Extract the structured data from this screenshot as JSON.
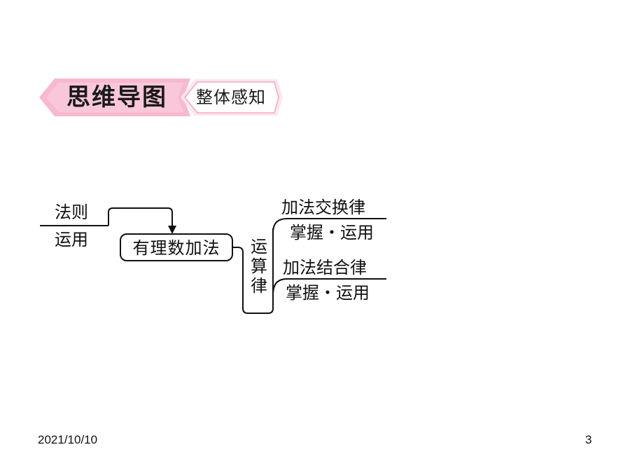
{
  "header": {
    "title": "思维导图",
    "subtitle": "整体感知",
    "colors": {
      "banner_fill": "#f7b9cf",
      "banner_inner": "#fbd3e1",
      "subtitle_fill": "#ffffff",
      "subtitle_border": "#f2a7c2"
    }
  },
  "mindmap": {
    "input_top": "法则",
    "input_bottom": "运用",
    "center": "有理数加法",
    "branch": "运算律",
    "laws": [
      {
        "name": "加法交换律",
        "detail": "掌握・运用"
      },
      {
        "name": "加法结合律",
        "detail": "掌握・运用"
      }
    ]
  },
  "footer": {
    "date": "2021/10/10",
    "page": "3"
  }
}
